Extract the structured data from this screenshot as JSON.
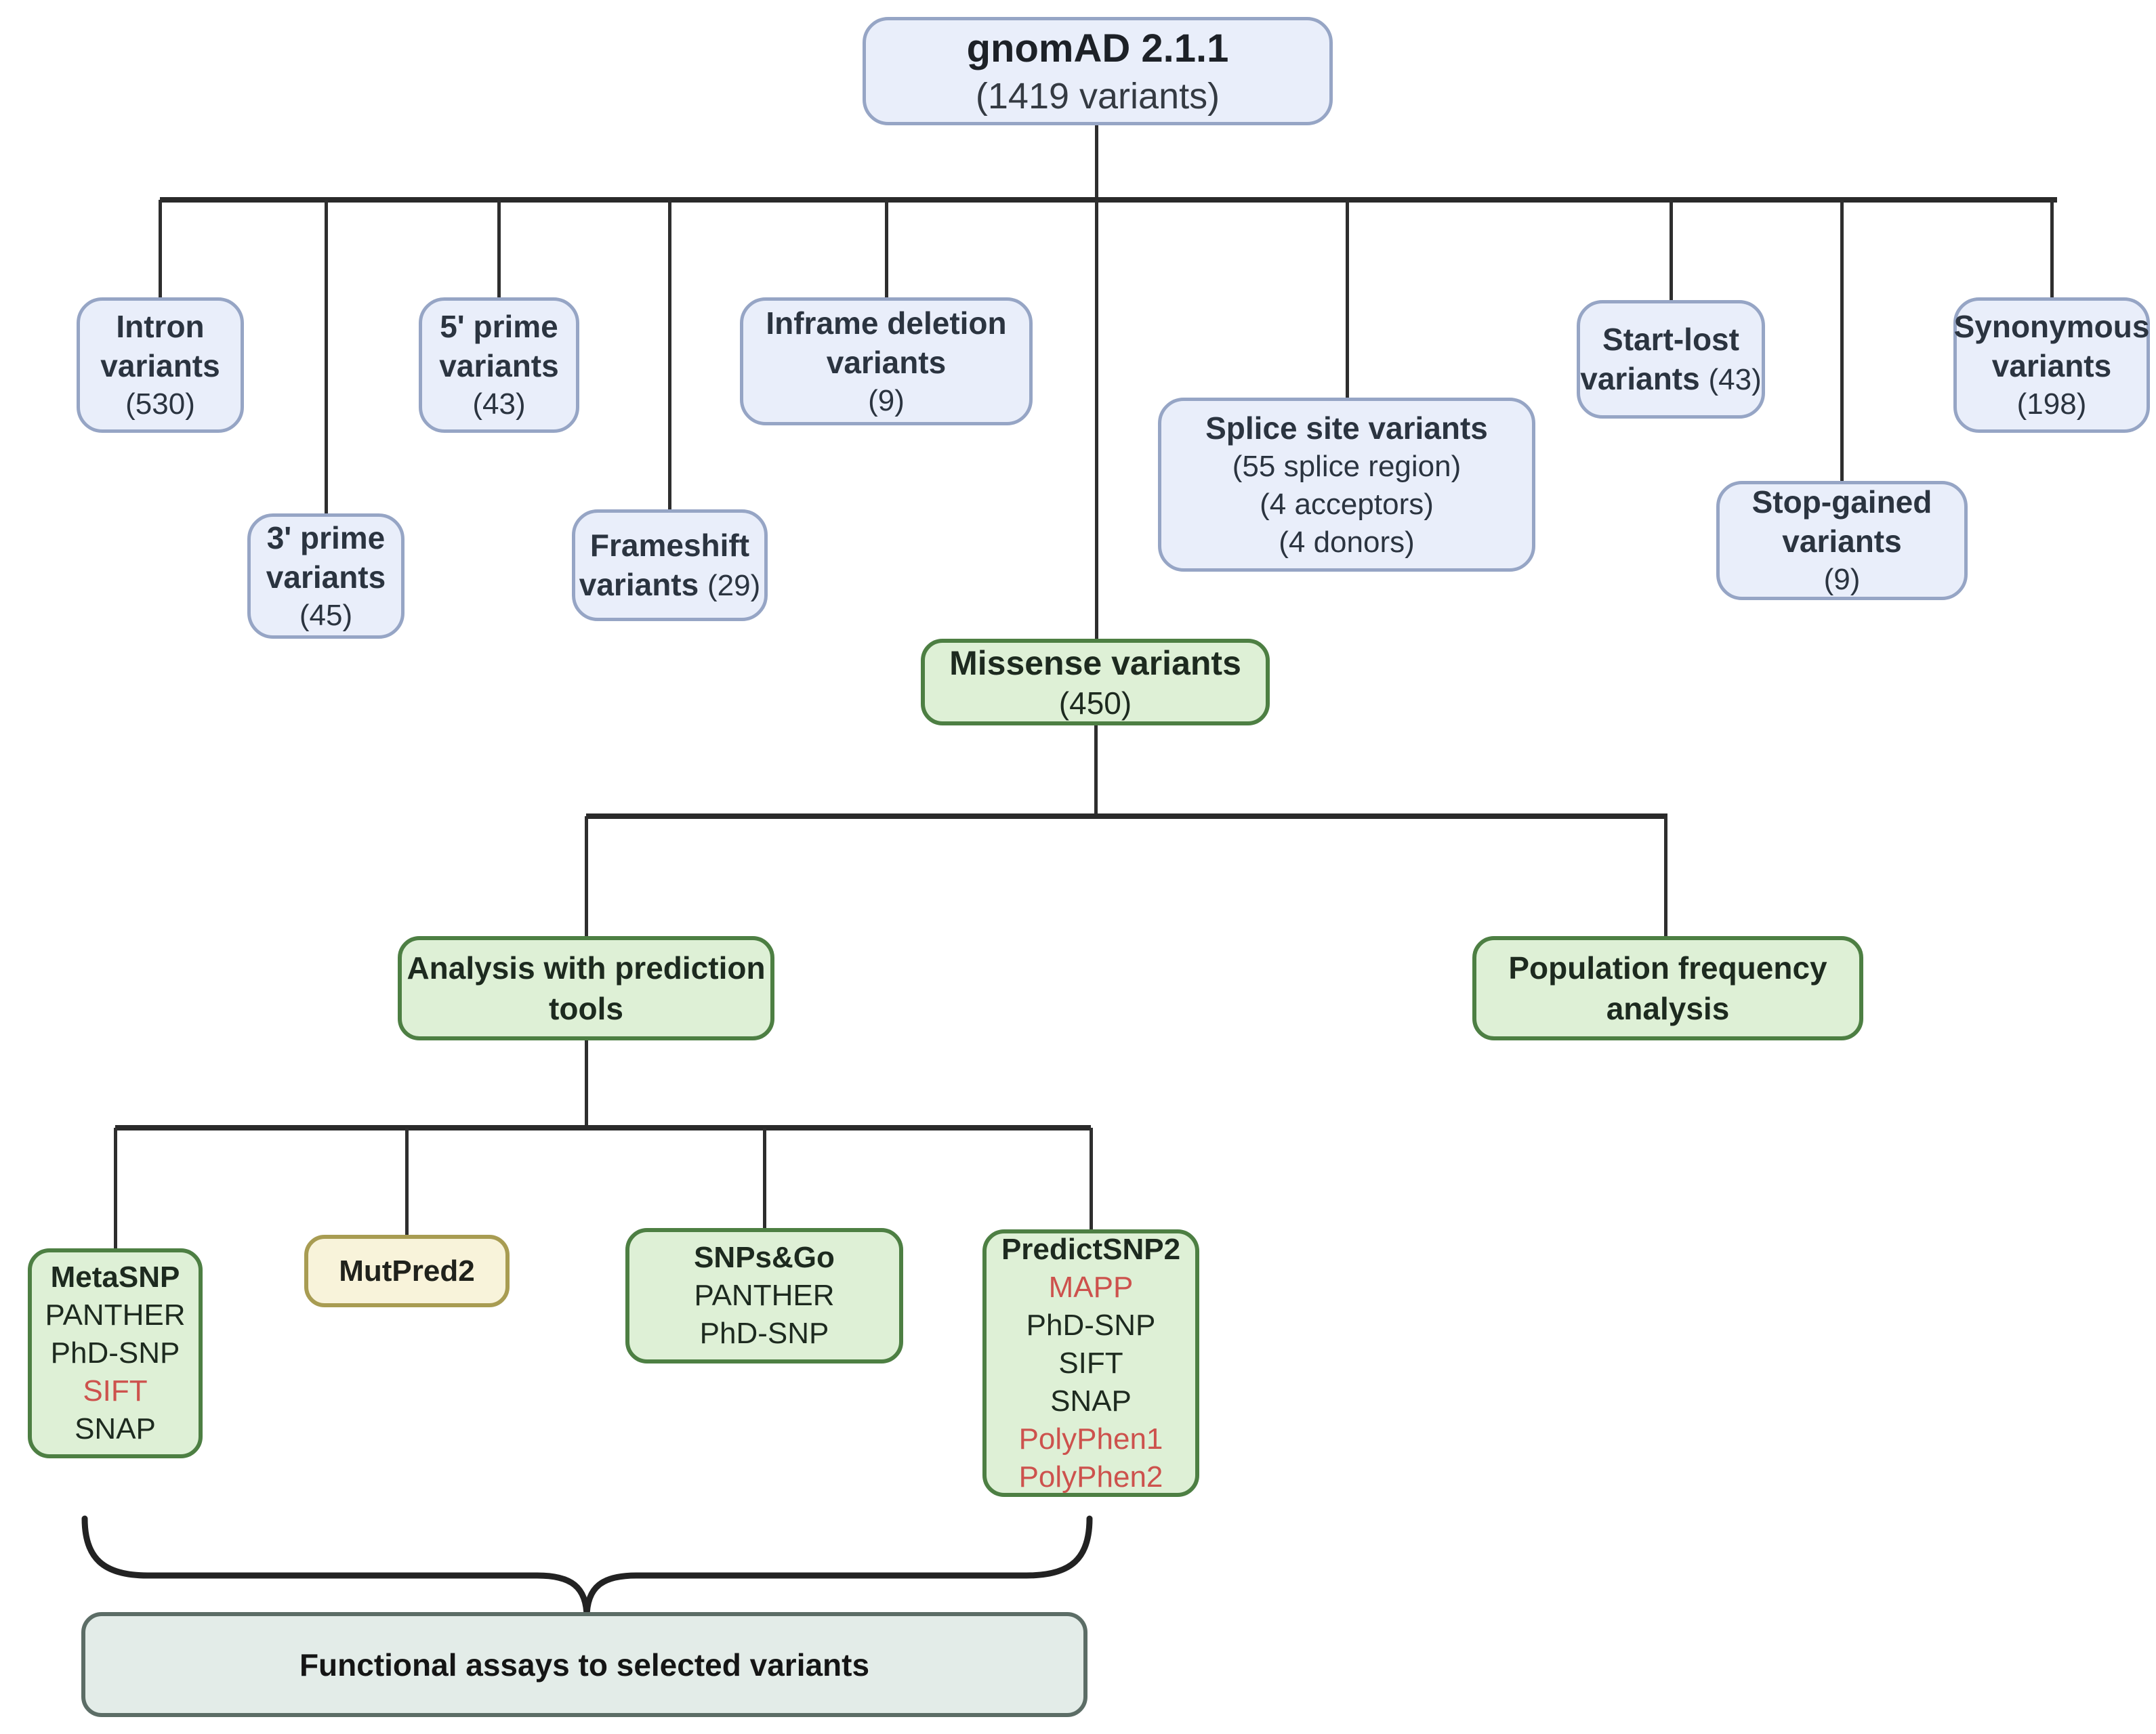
{
  "diagram_title": "gnomAD 2.1.1 variant classification and missense analysis flowchart",
  "colors": {
    "variant_box_fill": "#e9eefa",
    "variant_box_border": "#96a5c5",
    "analysis_box_fill": "#def0d6",
    "analysis_box_border": "#4d7f43",
    "mutpred_box_fill": "#f8f3da",
    "mutpred_box_border": "#a89c52",
    "footer_box_fill": "#e3ece8",
    "footer_box_border": "#5c6d66",
    "highlight_text": "#cd524d",
    "connector": "#2a2a2a"
  },
  "root": {
    "name": "gnomAD 2.1.1",
    "count": "(1419 variants)"
  },
  "variant_groups": {
    "intron": {
      "l1": "Intron",
      "l2": "variants",
      "l3": "(530)"
    },
    "three_prime": {
      "l1": "3' prime",
      "l2": "variants",
      "l3": "(45)"
    },
    "five_prime": {
      "l1": "5' prime",
      "l2": "variants",
      "l3": "(43)"
    },
    "frameshift": {
      "l1": "Frameshift",
      "l2": "variants",
      "l3": "(29)"
    },
    "inframe_deletion": {
      "l1": "Inframe deletion",
      "l2": "variants",
      "l3": "(9)"
    },
    "splice_site": {
      "l1": "Splice site variants",
      "l2": "(55 splice region)",
      "l3": "(4 acceptors)",
      "l4": "(4 donors)"
    },
    "start_lost": {
      "l1": "Start-lost",
      "l2": "variants",
      "l3": "(43)"
    },
    "stop_gained": {
      "l1": "Stop-gained",
      "l2": "variants",
      "l3": "(9)"
    },
    "synonymous": {
      "l1": "Synonymous",
      "l2": "variants",
      "l3": "(198)"
    }
  },
  "missense": {
    "l1": "Missense variants",
    "l2": "(450)"
  },
  "branches": {
    "prediction": {
      "l1": "Analysis with prediction",
      "l2": "tools"
    },
    "population": {
      "l1": "Population frequency",
      "l2": "analysis"
    }
  },
  "tools": {
    "metasnp": {
      "title": "MetaSNP",
      "items": [
        "PANTHER",
        "PhD-SNP",
        "SIFT",
        "SNAP"
      ]
    },
    "mutpred2": {
      "title": "MutPred2"
    },
    "snpsgo": {
      "title": "SNPs&Go",
      "items": [
        "PANTHER",
        "PhD-SNP"
      ]
    },
    "predictsnp2": {
      "title": "PredictSNP2",
      "items": [
        "MAPP",
        "PhD-SNP",
        "SIFT",
        "SNAP",
        "PolyPhen1",
        "PolyPhen2"
      ]
    }
  },
  "red_highlighted_tools": [
    "SIFT (in MetaSNP)",
    "MAPP",
    "PolyPhen1",
    "PolyPhen2"
  ],
  "footer": {
    "label": "Functional assays to selected variants"
  }
}
